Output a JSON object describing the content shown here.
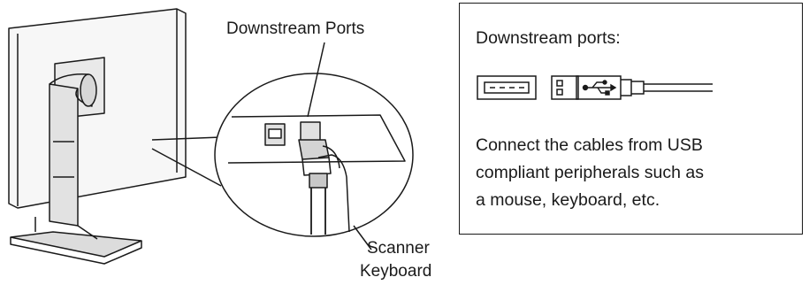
{
  "labels": {
    "downstream_ports": "Downstream Ports",
    "scanner": "Scanner",
    "keyboard": "Keyboard"
  },
  "info_box": {
    "title": "Downstream ports:",
    "body_lines": [
      "Connect the cables from USB",
      "compliant peripherals such as",
      "a mouse, keyboard, etc."
    ]
  },
  "icons": [
    "monitor-illustration",
    "usb-port-icon",
    "usb-plug-icon",
    "usb-symbol-icon"
  ]
}
